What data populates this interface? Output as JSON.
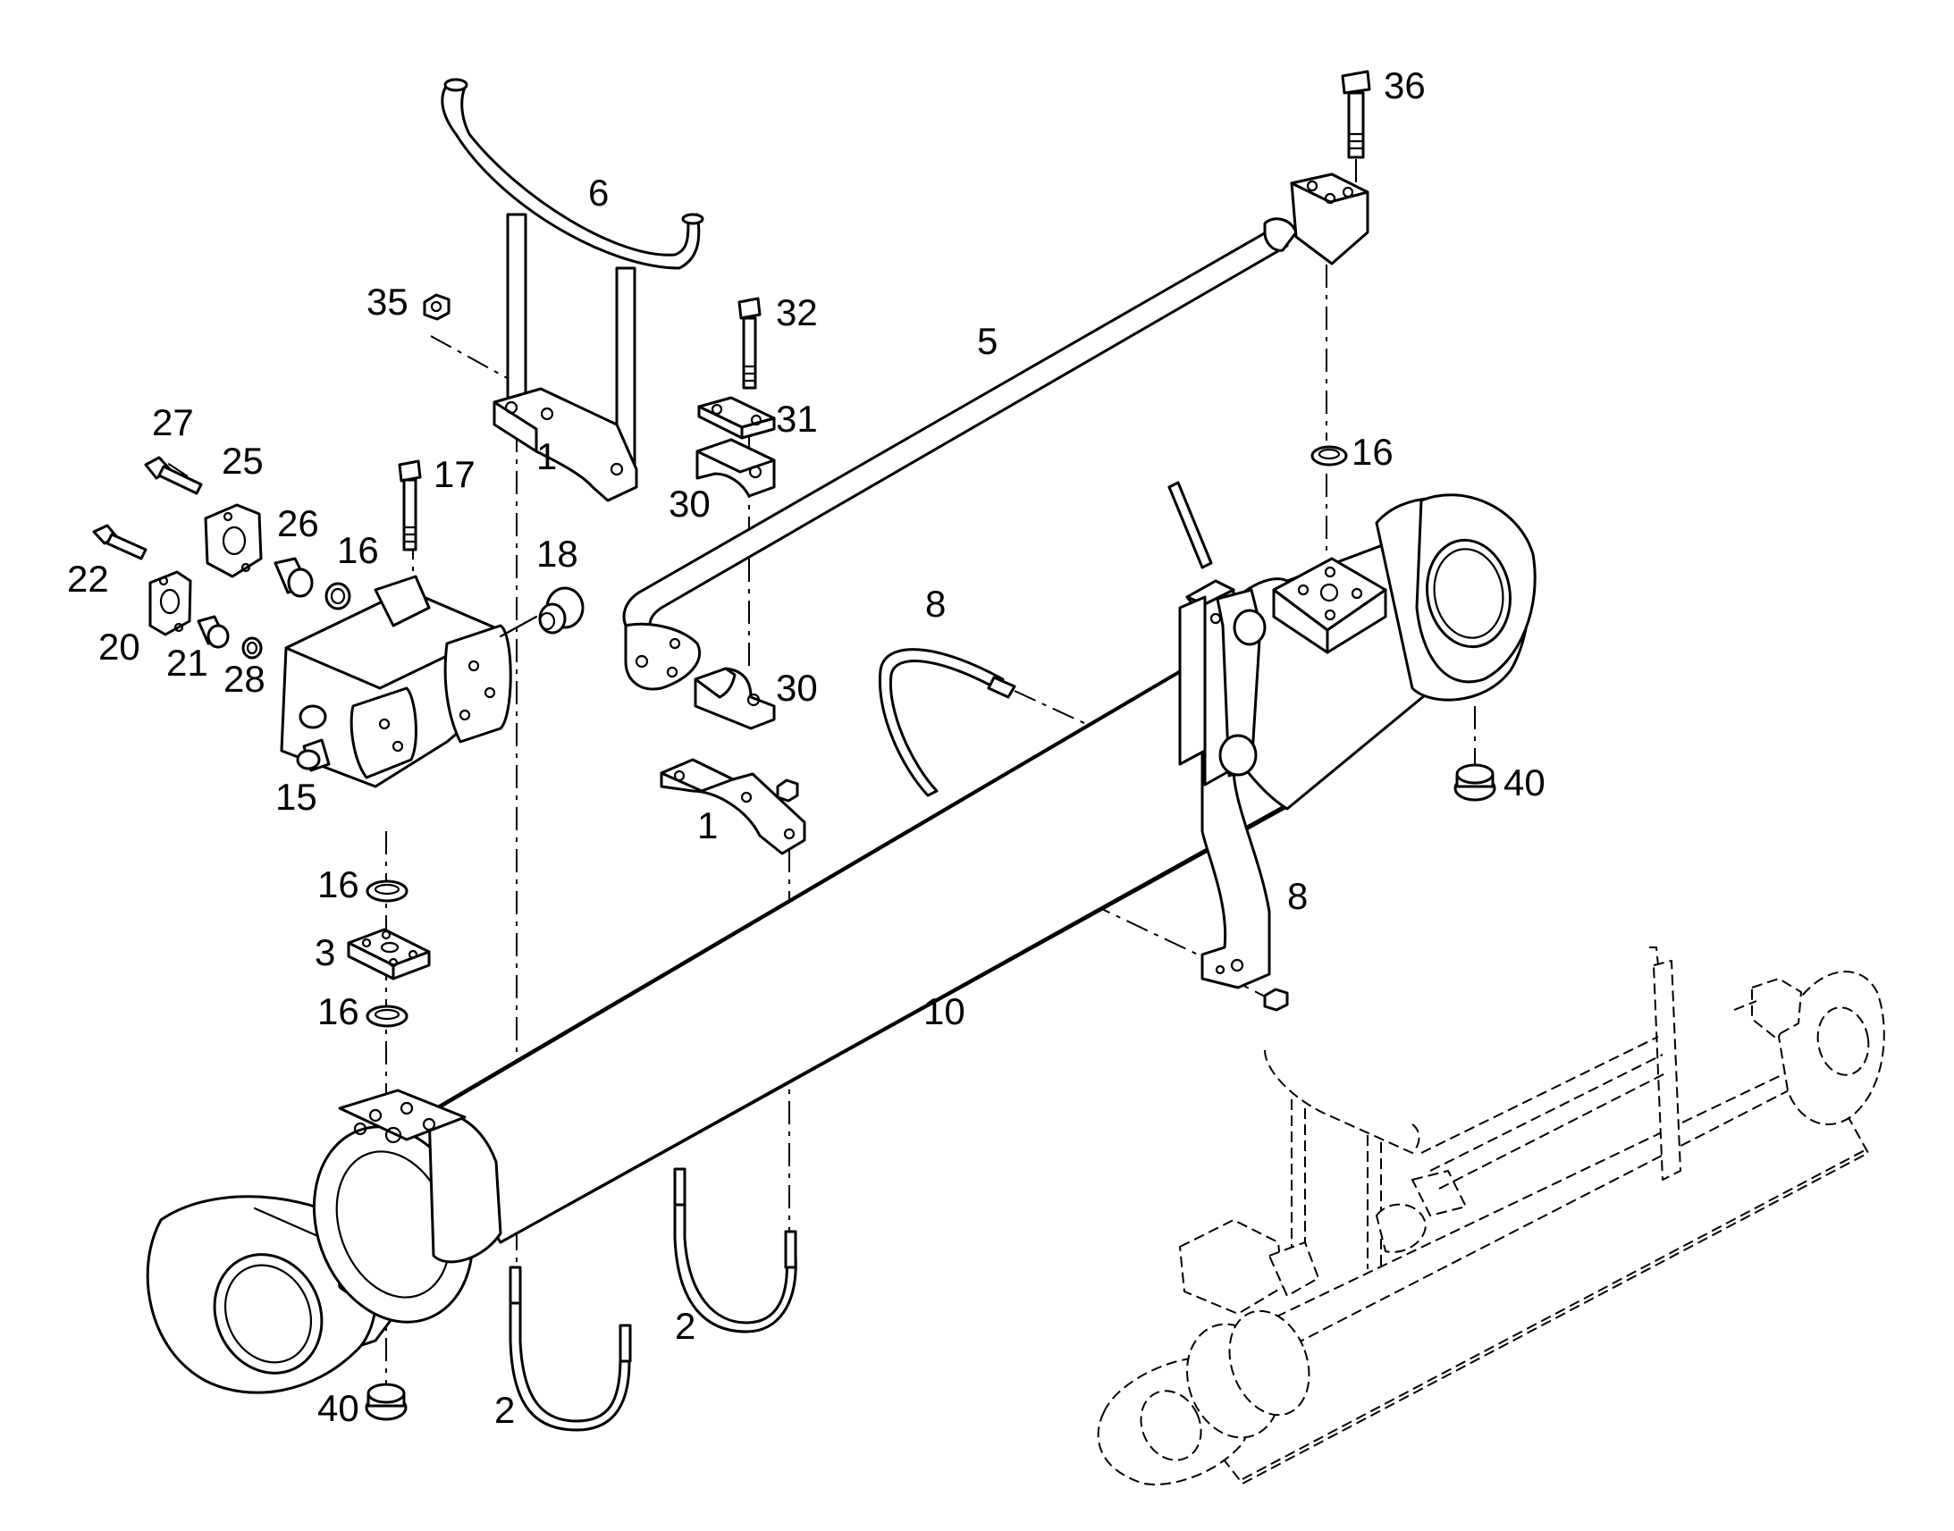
{
  "diagram": {
    "kind": "exploded parts view",
    "colors": {
      "line": "#000000",
      "background": "#ffffff"
    },
    "callouts": [
      {
        "id": "c36",
        "label": "36",
        "part": "bolt"
      },
      {
        "id": "c6",
        "label": "6",
        "part": "hose-bracket"
      },
      {
        "id": "c35",
        "label": "35",
        "part": "nut"
      },
      {
        "id": "c32",
        "label": "32",
        "part": "bolt"
      },
      {
        "id": "c5",
        "label": "5",
        "part": "pipe"
      },
      {
        "id": "c31",
        "label": "31",
        "part": "plate"
      },
      {
        "id": "c1a",
        "label": "1",
        "part": "clamp-bracket"
      },
      {
        "id": "c30a",
        "label": "30",
        "part": "clamp-half"
      },
      {
        "id": "c16a",
        "label": "16",
        "part": "o-ring"
      },
      {
        "id": "c27",
        "label": "27",
        "part": "bolt"
      },
      {
        "id": "c25",
        "label": "25",
        "part": "flange"
      },
      {
        "id": "c17",
        "label": "17",
        "part": "bolt"
      },
      {
        "id": "c26",
        "label": "26",
        "part": "fitting"
      },
      {
        "id": "c16b",
        "label": "16",
        "part": "o-ring"
      },
      {
        "id": "c18",
        "label": "18",
        "part": "plug"
      },
      {
        "id": "c22",
        "label": "22",
        "part": "bolt"
      },
      {
        "id": "c8a",
        "label": "8",
        "part": "sensor-cable"
      },
      {
        "id": "c20",
        "label": "20",
        "part": "flange"
      },
      {
        "id": "c21",
        "label": "21",
        "part": "fitting"
      },
      {
        "id": "c28",
        "label": "28",
        "part": "o-ring"
      },
      {
        "id": "c30b",
        "label": "30",
        "part": "clamp-half"
      },
      {
        "id": "c40a",
        "label": "40",
        "part": "grease-cap"
      },
      {
        "id": "c15",
        "label": "15",
        "part": "valve-block"
      },
      {
        "id": "c1b",
        "label": "1",
        "part": "clamp-bracket"
      },
      {
        "id": "c16c",
        "label": "16",
        "part": "o-ring"
      },
      {
        "id": "c8b",
        "label": "8",
        "part": "sensor-holder"
      },
      {
        "id": "c3",
        "label": "3",
        "part": "adapter-plate"
      },
      {
        "id": "c10",
        "label": "10",
        "part": "hydraulic-cylinder"
      },
      {
        "id": "c16d",
        "label": "16",
        "part": "o-ring"
      },
      {
        "id": "c2a",
        "label": "2",
        "part": "u-bolt"
      },
      {
        "id": "c2b",
        "label": "2",
        "part": "u-bolt"
      },
      {
        "id": "c40b",
        "label": "40",
        "part": "grease-cap"
      }
    ]
  }
}
